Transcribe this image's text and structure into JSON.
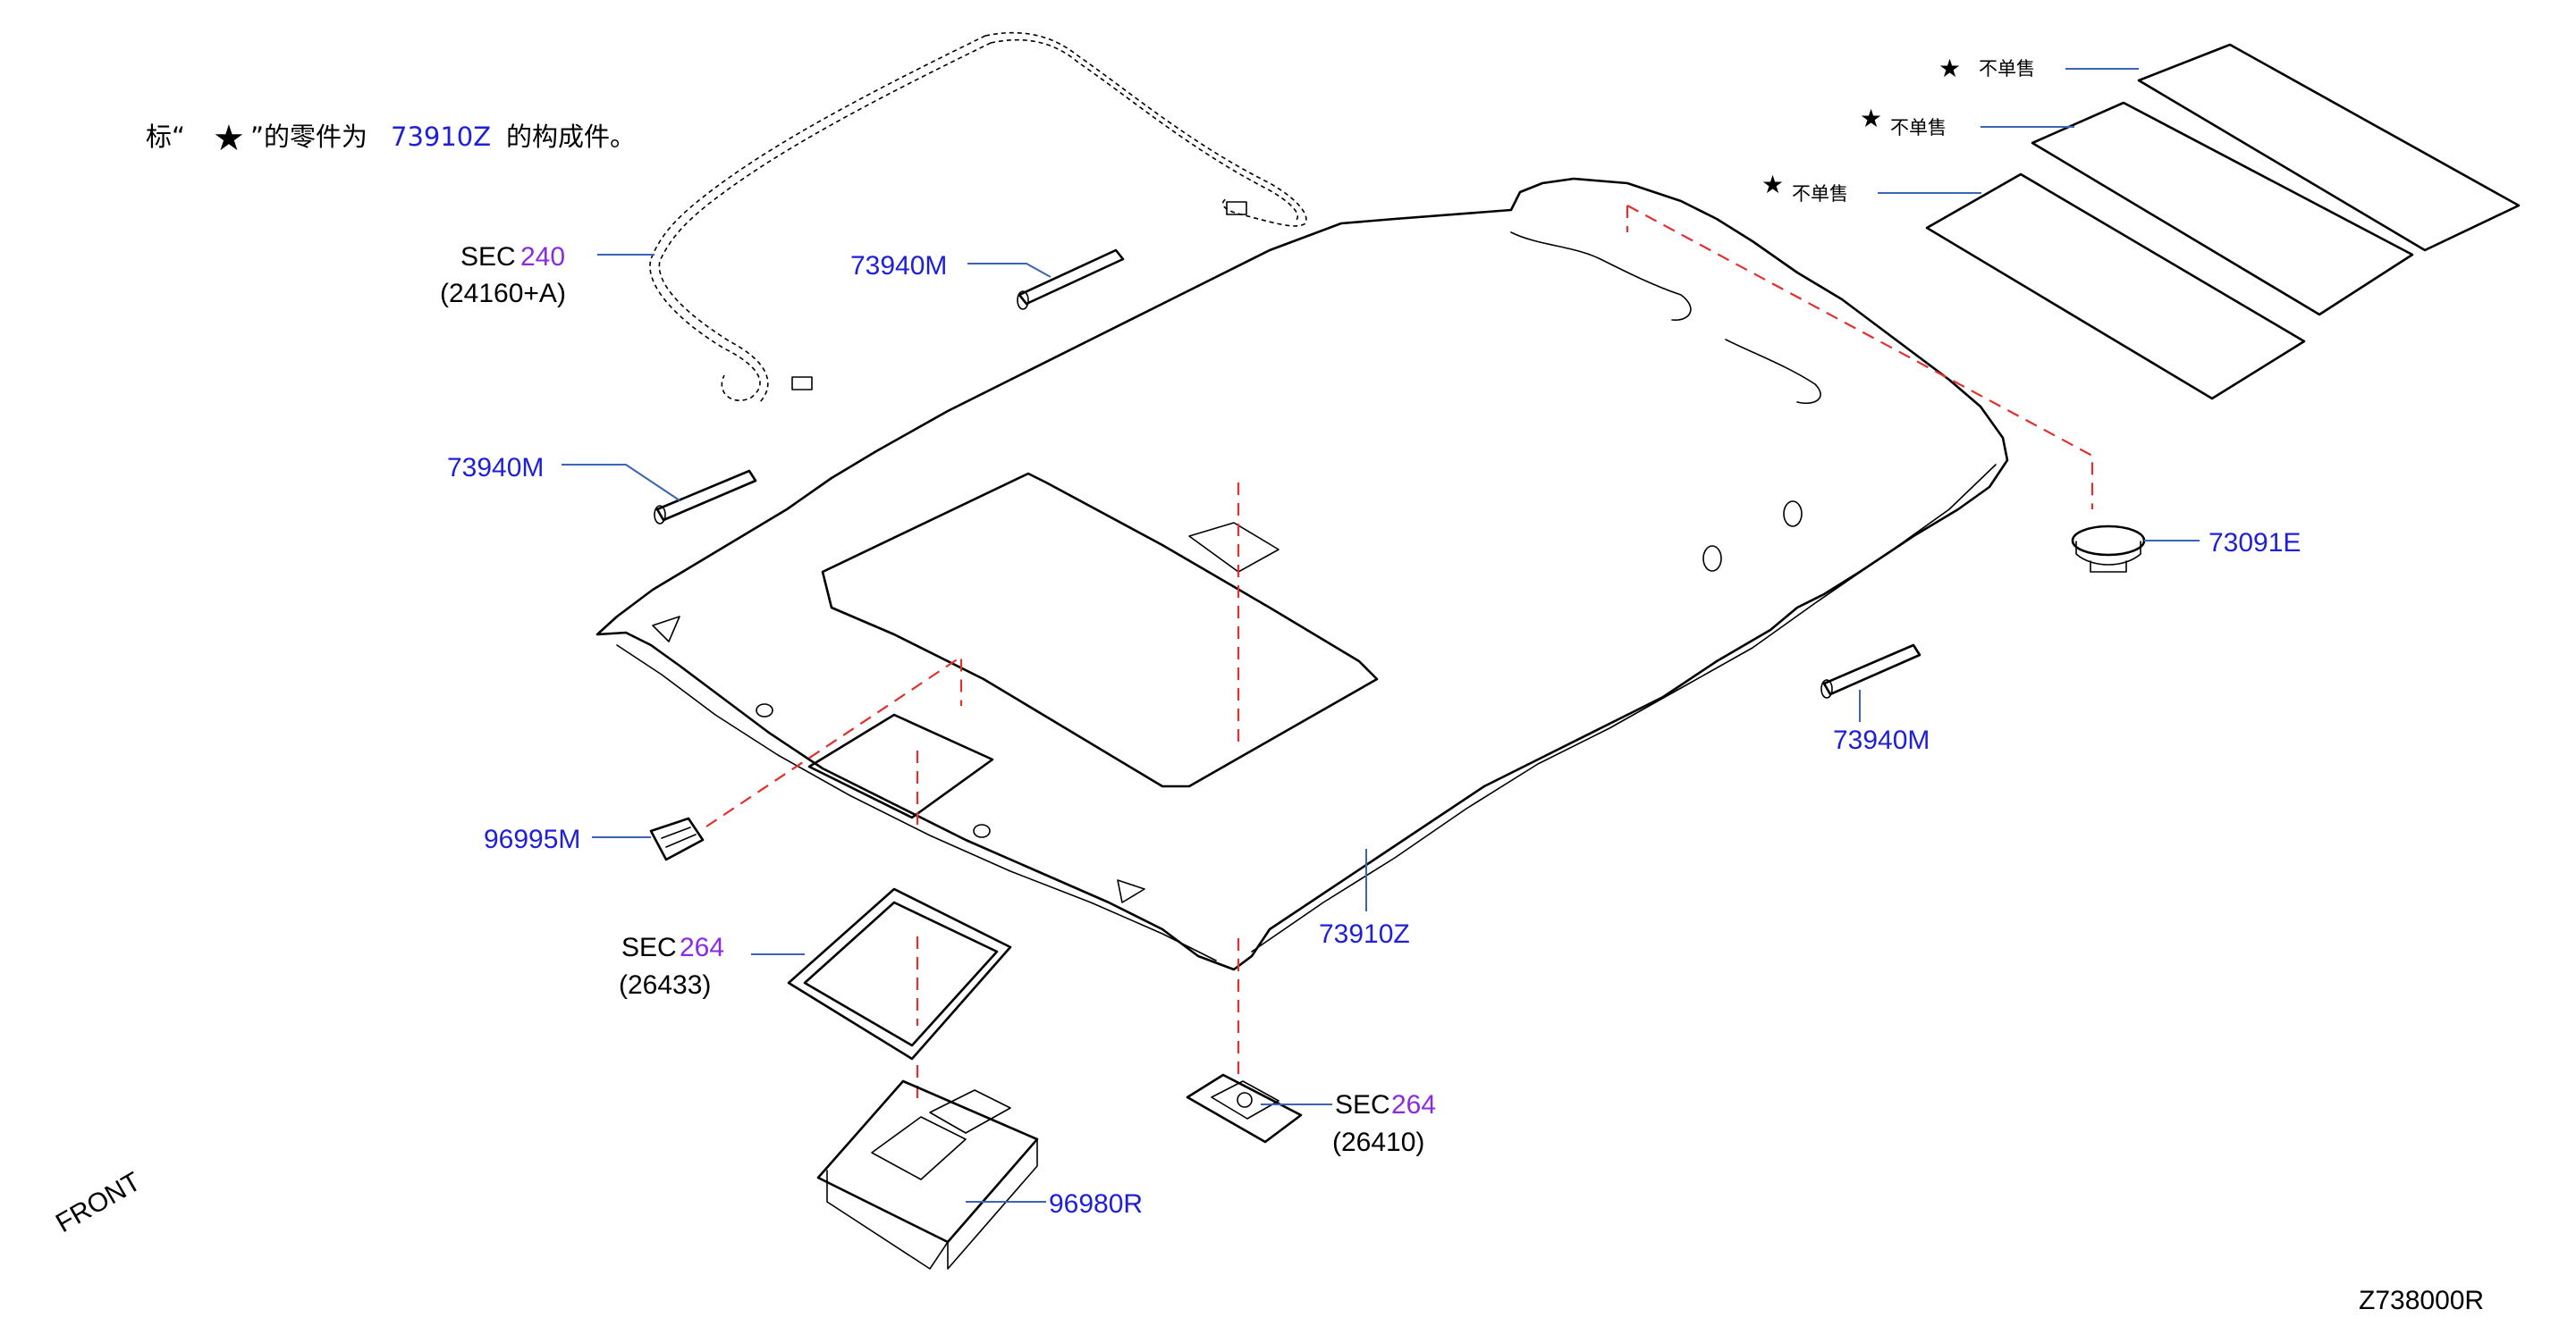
{
  "note": {
    "prefix": "标“",
    "star": "★",
    "middle": "”的零件为",
    "part": "73910Z",
    "suffix": "的构成件。"
  },
  "not_sold_label": "不单售",
  "labels": {
    "sec240": {
      "prefix": "SEC",
      "num": "240",
      "sub": "(24160+A)"
    },
    "grip_top": "73940M",
    "grip_left": "73940M",
    "grip_right": "73940M",
    "clip": "73091E",
    "bracket": "96995M",
    "headlining": "73910Z",
    "sec264_frame": {
      "prefix": "SEC",
      "num": "264",
      "sub": "(26433)"
    },
    "sec264_lamp": {
      "prefix": "SEC",
      "num": "264",
      "sub": "(26410)"
    },
    "console": "96980R"
  },
  "front_label": "FRONT",
  "diagram_id": "Z738000R",
  "colors": {
    "part_number": "#1f1fd8",
    "section_number": "#8a2be2",
    "leader_line": "#3b64b5",
    "dash_line": "#e03030"
  }
}
